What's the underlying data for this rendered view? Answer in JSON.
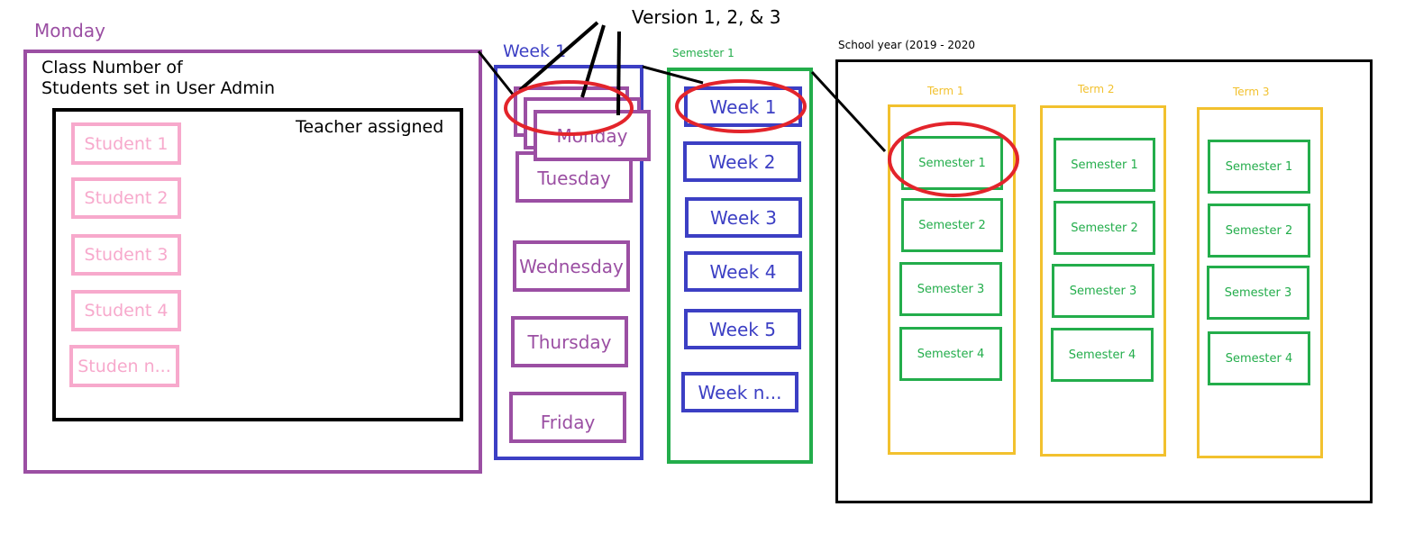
{
  "colors": {
    "purple": "#9b4fa3",
    "pink": "#f7a9cc",
    "blue": "#3c3fc4",
    "green": "#23ad4b",
    "yellow": "#f2c12e",
    "red": "#e3242b",
    "black": "#000000"
  },
  "versions_label": "Version 1, 2, & 3",
  "monday_panel": {
    "title": "Monday",
    "class_label_line1": "Class Number of",
    "class_label_line2": "Students set in User Admin",
    "teacher_label": "Teacher assigned",
    "students": [
      "Student 1",
      "Student 2",
      "Student  3",
      "Student 4",
      "Studen n..."
    ]
  },
  "week_panel": {
    "title": "Week 1",
    "days": [
      "Monday",
      "Tuesday",
      "Wednesday",
      "Thursday",
      "Friday"
    ]
  },
  "semester_panel": {
    "title": "Semester 1",
    "weeks": [
      "Week 1",
      "Week  2",
      "Week 3",
      "Week 4",
      "Week   5",
      "Week  n..."
    ]
  },
  "school_year": {
    "title": "School year (2019 - 2020",
    "terms": [
      {
        "title": "Term 1",
        "semesters": [
          "Semester 1",
          "Semester 2",
          "Semester 3",
          "Semester 4"
        ]
      },
      {
        "title": "Term 2",
        "semesters": [
          "Semester 1",
          "Semester 2",
          "Semester 3",
          "Semester 4"
        ]
      },
      {
        "title": "Term 3",
        "semesters": [
          "Semester 1",
          "Semester 2",
          "Semester 3",
          "Semester 4"
        ]
      }
    ]
  }
}
